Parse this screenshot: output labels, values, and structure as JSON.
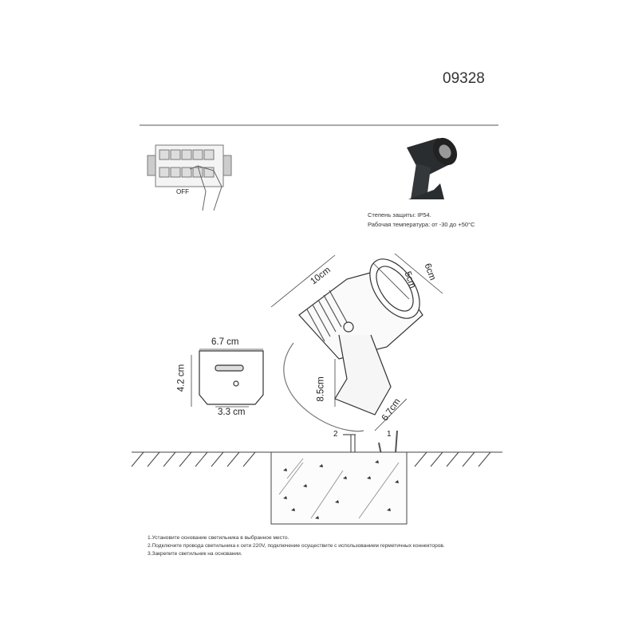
{
  "product_code": "09328",
  "switch_label": "OFF",
  "specs": [
    "Степень защиты: IP54.",
    "Рабочая температура: от -30 до +50°C"
  ],
  "dimensions": {
    "length": "10cm",
    "outer_diameter": "6cm",
    "inner_diameter": "5cm",
    "height": "8.5cm",
    "base_depth": "6.7cm",
    "plate_width": "6.7 cm",
    "plate_height": "4.2 cm",
    "plate_hole": "3.3 cm"
  },
  "callouts": {
    "connector": "2",
    "anchor": "1"
  },
  "instructions": [
    "1.Установите основание светильника в выбранное место.",
    "2.Подключите провода светильника к сети 220V, подключение осуществите с использованием герметичных коннекторов.",
    "3.Закрепите светильник на основании."
  ]
}
